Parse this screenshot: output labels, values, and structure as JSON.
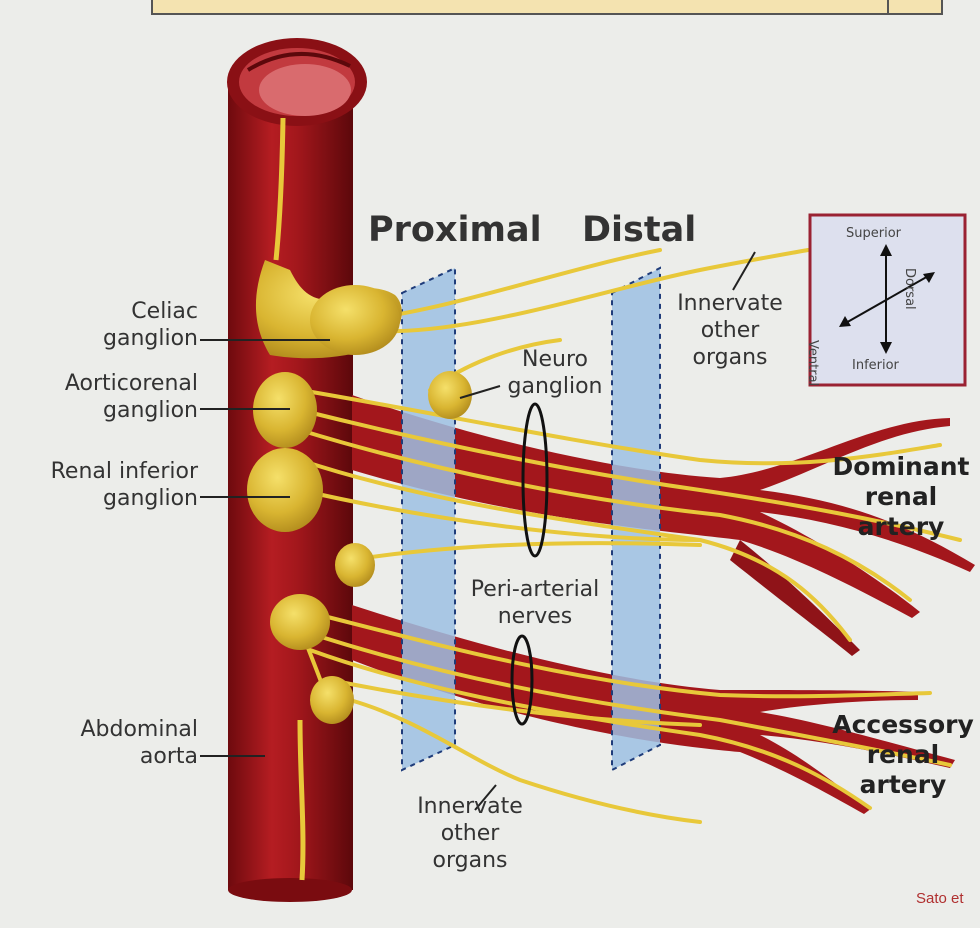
{
  "headers": {
    "proximal": "Proximal",
    "distal": "Distal"
  },
  "labels": {
    "celiac": [
      "Celiac",
      "ganglion"
    ],
    "aorticorenal": [
      "Aorticorenal",
      "ganglion"
    ],
    "renal_inferior": [
      "Renal inferior",
      "ganglion"
    ],
    "abdominal_aorta": [
      "Abdominal",
      "aorta"
    ],
    "neuro_ganglion": [
      "Neuro",
      "ganglion"
    ],
    "peri_arterial": [
      "Peri-arterial",
      "nerves"
    ],
    "innervate_top": [
      "Innervate",
      "other",
      "organs"
    ],
    "innervate_bottom": [
      "Innervate",
      "other",
      "organs"
    ],
    "dominant": [
      "Dominant",
      "renal",
      "artery"
    ],
    "accessory": [
      "Accessory",
      "renal",
      "artery"
    ]
  },
  "orientation": {
    "superior": "Superior",
    "inferior": "Inferior",
    "dorsal": "Dorsal",
    "ventral": "Ventral"
  },
  "credit": "Sato et",
  "colors": {
    "artery": "#a3171c",
    "nerve": "#e8c83a",
    "plane": "#9ec0e3",
    "frame": "#9a2233",
    "background": "#ecedea"
  }
}
